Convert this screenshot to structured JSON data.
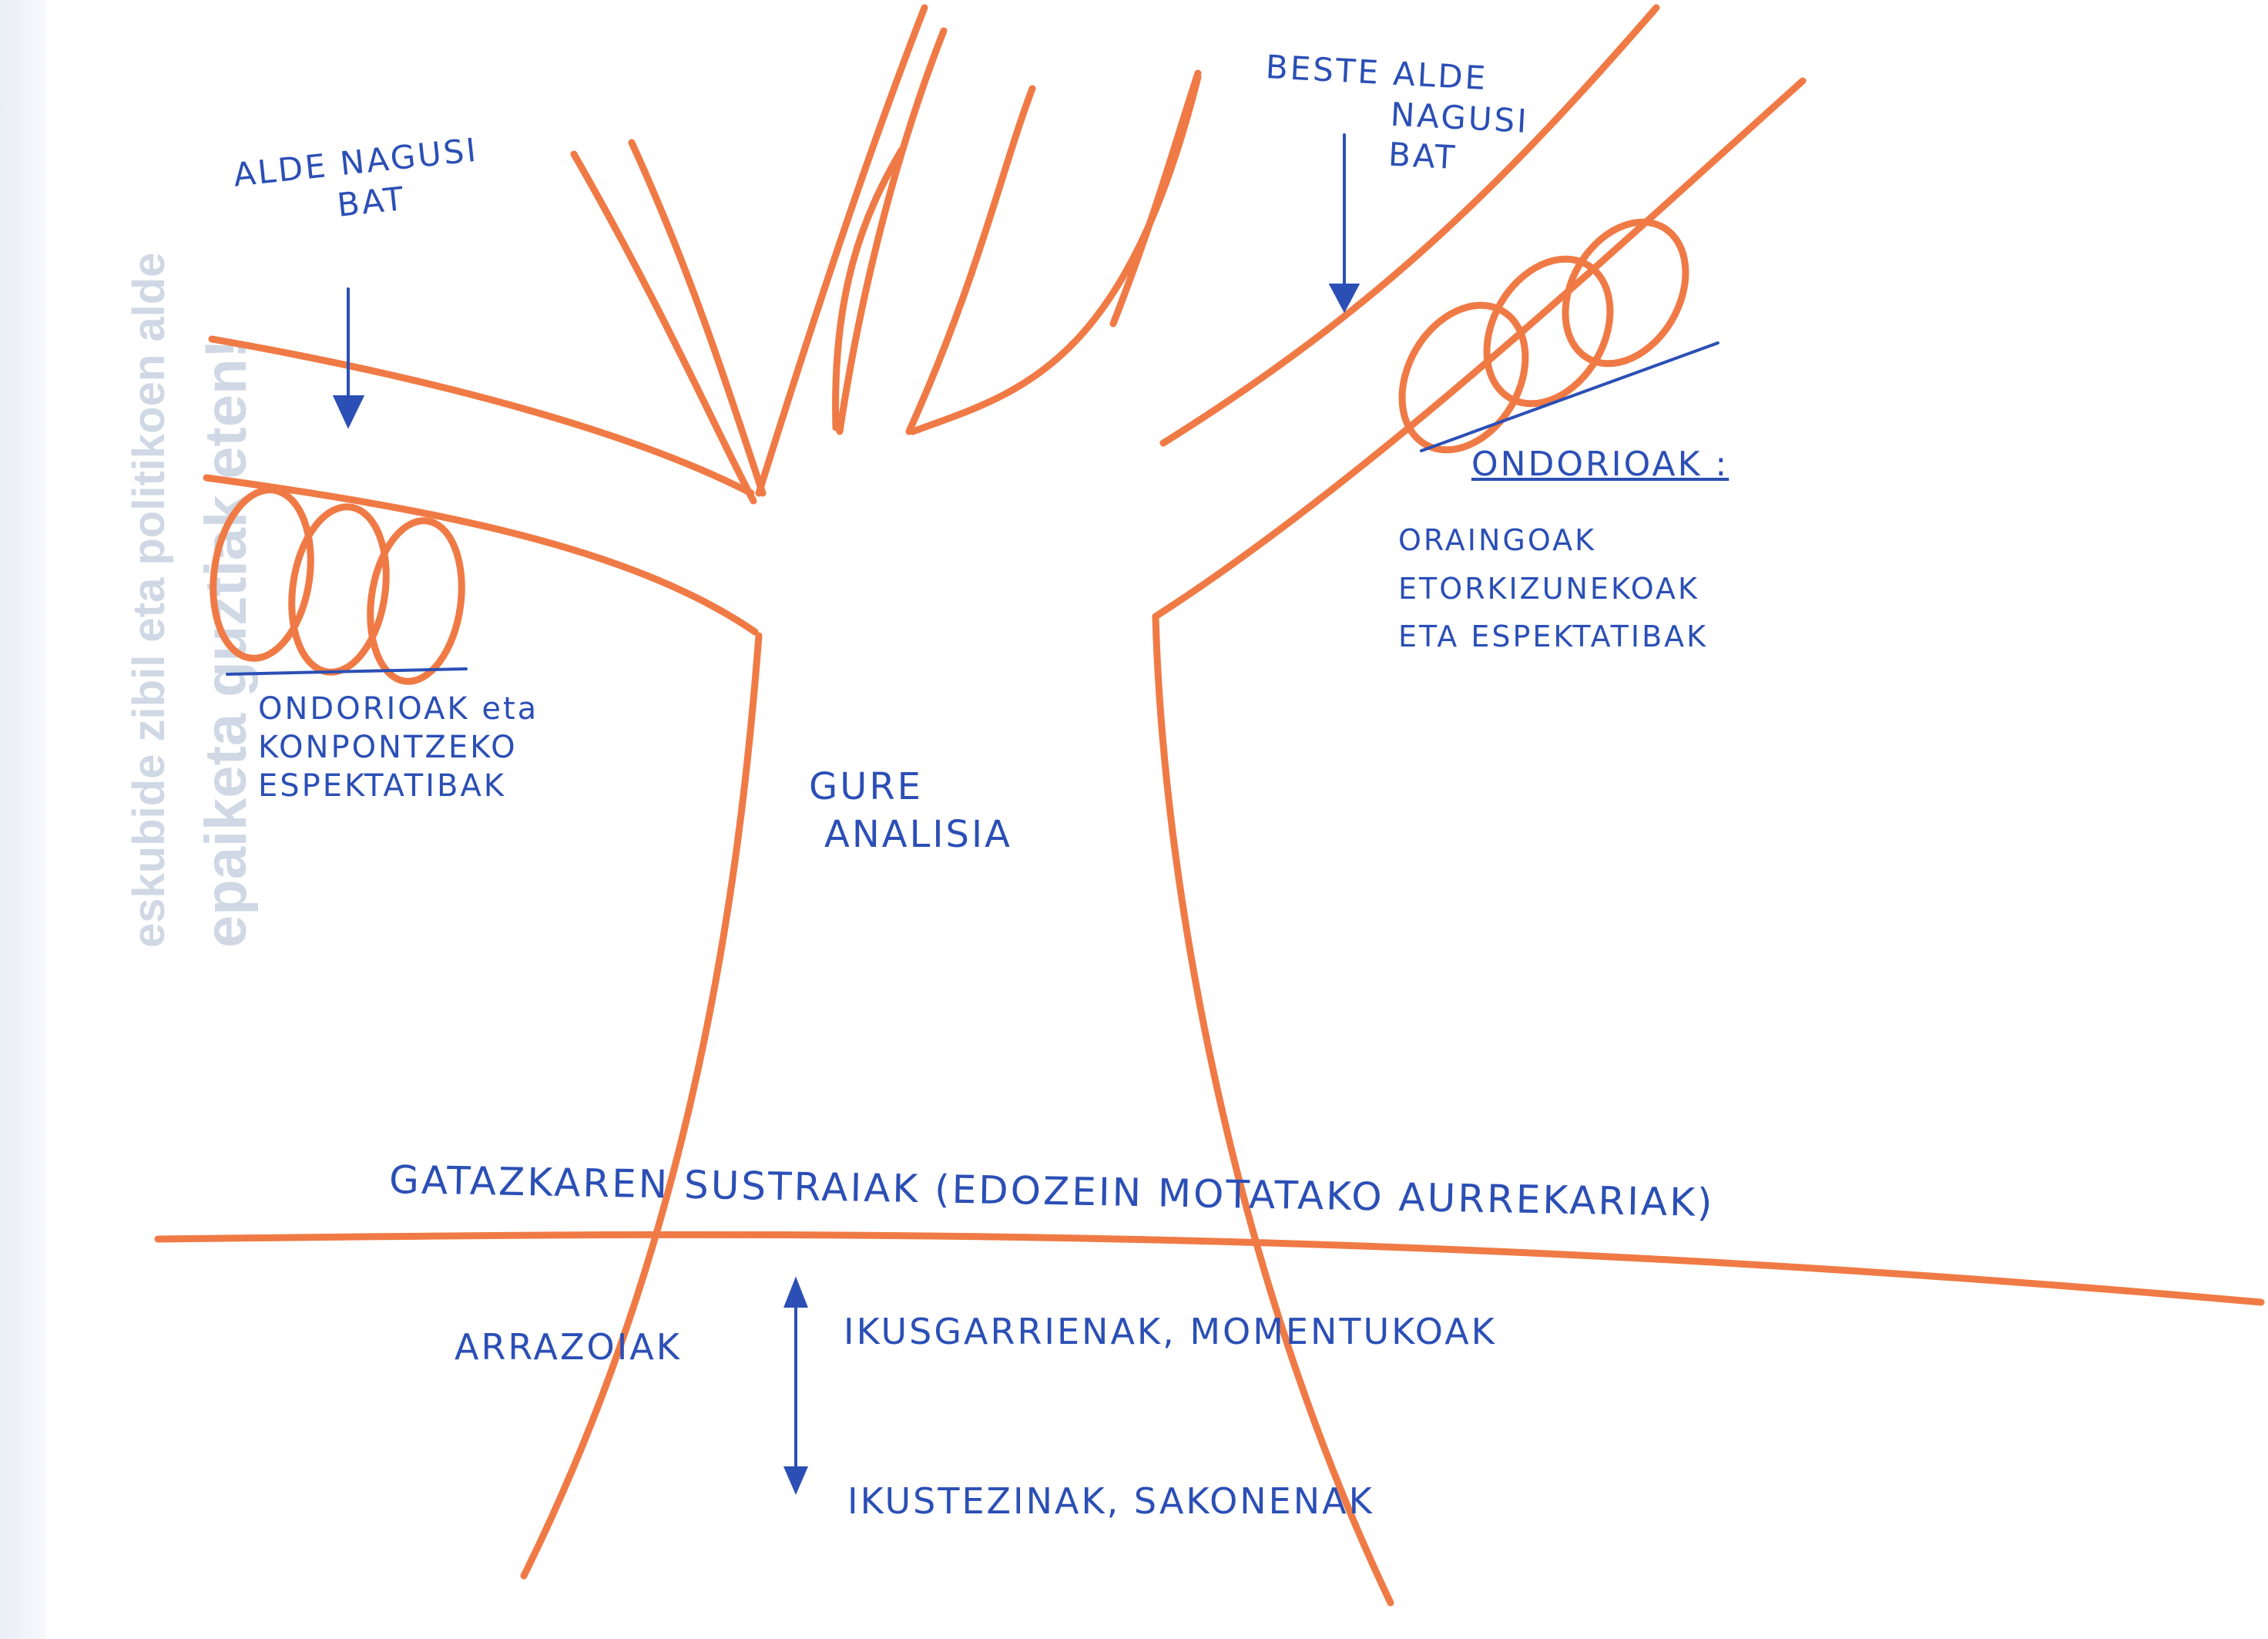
{
  "colors": {
    "tree_stroke": "#f07a45",
    "ink": "#2b4fb5",
    "ghost_text": "#cfd8e4"
  },
  "background_text": {
    "line1": "eskubide zibil eta politikoen alde",
    "line2": "epaiketa guztiak eten!"
  },
  "labels": {
    "left_branch": [
      "ALDE NAGUSI",
      "BAT"
    ],
    "right_branch": [
      "BESTE ALDE",
      "NAGUSI",
      "BAT"
    ],
    "left_consequences": [
      "ONDORIOAK eta",
      "KONPONTZEKO",
      "ESPEKTATIBAK"
    ],
    "right_title": "ONDORIOAK :",
    "right_consequences": [
      "ORAINGOAK",
      "ETORKIZUNEKOAK",
      "ETA ESPEKTATIBAK"
    ],
    "trunk": [
      "GURE",
      "ANALISIA"
    ],
    "roots": "GATAZKAREN SUSTRAIAK (EDOZEIN MOTATAKO AURREKARIAK)",
    "reasons": "ARRAZOIAK",
    "visible": "IKUSGARRIENAK, MOMENTUKOAK",
    "invisible": "IKUSTEZINAK, SAKONENAK"
  }
}
